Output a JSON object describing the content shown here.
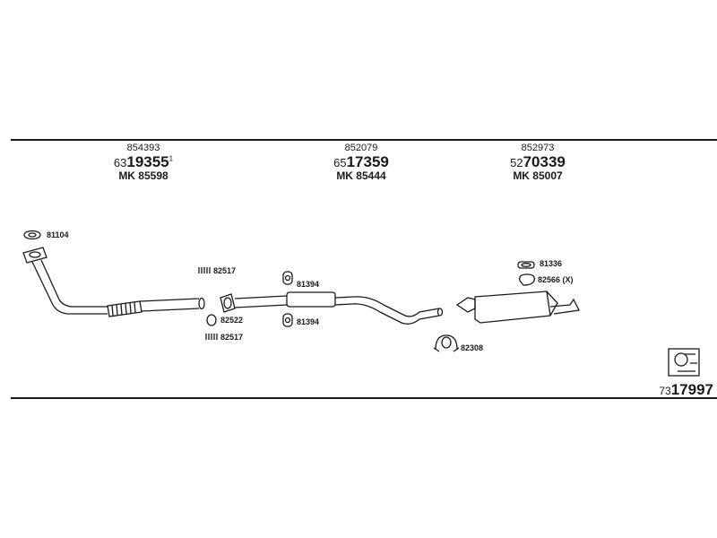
{
  "headers": [
    {
      "ref": "854393",
      "code_prefix": "63",
      "code_main": "19355",
      "code_suffix": "1",
      "mk": "MK 85598"
    },
    {
      "ref": "852079",
      "code_prefix": "65",
      "code_main": "17359",
      "code_suffix": "",
      "mk": "MK 85444"
    },
    {
      "ref": "852973",
      "code_prefix": "52",
      "code_main": "70339",
      "code_suffix": "",
      "mk": "MK 85007"
    }
  ],
  "labels": {
    "gasket": "81104",
    "clamp_top": "82517",
    "clamp_bottom": "82517",
    "ring": "82522",
    "hanger_top": "81394",
    "hanger_bottom": "81394",
    "u_clamp": "82308",
    "rubber_mount": "81336",
    "rear_clamp": "82566 (X)"
  },
  "catalog": {
    "prefix": "73",
    "main": "17997"
  }
}
